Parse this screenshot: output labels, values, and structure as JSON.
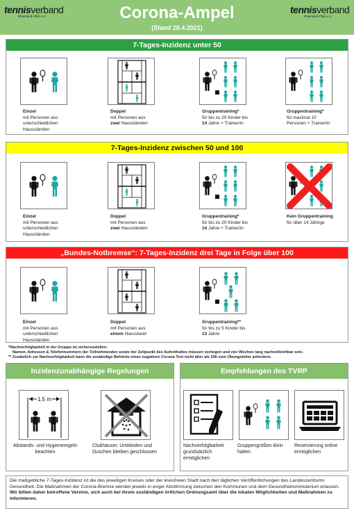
{
  "header": {
    "logo_brand_bold": "tennis",
    "logo_brand_rest": "verband",
    "logo_sub": "Rheinland-Pfalz e.V.",
    "title": "Corona-Ampel",
    "stand": "(Stand 28.4.2021)"
  },
  "sections": [
    {
      "band": "7-Tages-Inzidenz unter 50",
      "cells": [
        {
          "title": "Einzel",
          "line1": "mit Personen aus",
          "line2": "unterschiedlichen",
          "line3": "Hausständen"
        },
        {
          "title": "Doppel",
          "line1": "mit Personen aus",
          "bold": "zwei",
          "line2": " Hausständen"
        },
        {
          "title": "Gruppentraining*",
          "line1": "für bis zu 20 Kinder bis",
          "bold": "14",
          "line2": " Jahre + Trainer/in"
        },
        {
          "title": "Gruppentraining*",
          "line1": "für maximal 10",
          "line2": "Personen + Trainer/in"
        }
      ]
    },
    {
      "band": "7-Tages-Inzidenz zwischen 50 und 100",
      "cells": [
        {
          "title": "Einzel",
          "line1": "mit Personen aus",
          "line2": "unterschiedlichen",
          "line3": "Hausständen"
        },
        {
          "title": "Doppel",
          "line1": "mit Personen aus",
          "bold": "zwei",
          "line2": " Hausständen"
        },
        {
          "title": "Gruppentraining*",
          "line1": "für bis zu 20 Kinder bis",
          "bold": "14",
          "line2": " Jahre + Trainer/in"
        },
        {
          "title": "Kein Gruppentraining",
          "line1": "für über 14 Jährige"
        }
      ]
    },
    {
      "band": "„Bundes-Notbremse“: 7-Tages-Inzidenz drei Tage in Folge über 100",
      "cells": [
        {
          "title": "Einzel",
          "line1": "mit Personen aus",
          "line2": "unterschiedlichen",
          "line3": "Hausständen"
        },
        {
          "title": "Doppel",
          "line1": "mit Personen aus",
          "bold": "einem",
          "line2": " Hausstand"
        },
        {
          "title": "Gruppentraining**",
          "line1": "für bis zu 5 Kinder bis",
          "bold": "13",
          "line2": " Jahre"
        }
      ]
    }
  ],
  "notes": {
    "n1": "*Nachverfolgbarkeit in der Gruppe ist sicherzustellen:",
    "n2": "Namen, Adressen & Telefonnummern der Teilnehmenden sowie der Zeitpunkt des Aufenthaltes müssen vorliegen und vier Wochen lang nachvollziehbar sein.",
    "n3": "** Zusätzlich zur Nachverfolgbarkeit kann die zuständige Behörde einen negativen Corona Test nicht älter als 24h vom Übungsleiter anfordern."
  },
  "left_box": {
    "title": "Inzidenzunabhängige Regelungen",
    "distance": "1,5 m",
    "items": [
      "Abstands- und Hygieneregeln beachten",
      "Clubhäuser, Umkleiden und Duschen bleiben geschlossen"
    ]
  },
  "right_box": {
    "title": "Empfehlungen des TVRP",
    "items": [
      "Nachverfolgbarkeit grundsätzlich ermöglichen",
      "Gruppengrößen klein halten",
      "Reservierung online ermöglichen"
    ]
  },
  "footer": {
    "text": "Die maßgebliche 7-Tages-Inzidenz ist die des jeweiligen Kreises oder der kreisfreien Stadt nach den täglichen Veröffentlichungen des Landeszentrums Gesundheit. Die Maßnahmen der Corona-Bremse werden jeweils in enger Abstimmung zwischen den Kommunen und dem Gesundheitsministerium erlassen. ",
    "bold": "Wir bitten daher betroffene Vereine, sich auch bei ihrem zuständigen örtlichen Ordnungsamt über die lokalen Möglichkeiten und Maßnahmen zu informieren."
  },
  "colors": {
    "header_green": "#90c878",
    "band_green": "#2ea043",
    "band_yellow": "#ffff00",
    "band_red": "#ff1a1a",
    "teal_person": "#1fa6a0",
    "box_head_green": "#86c06c"
  }
}
